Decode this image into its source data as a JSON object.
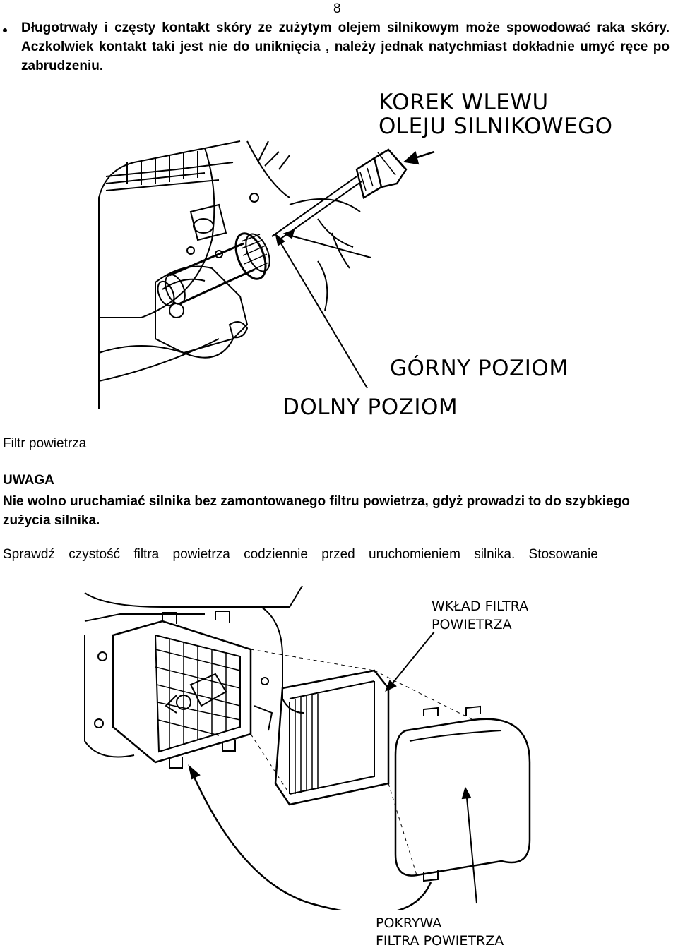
{
  "page_number": "8",
  "warning_bullet": "Długotrwały i częsty kontakt skóry ze zużytym olejem silnikowym może spowodować raka skóry. Aczkolwiek kontakt taki jest nie do uniknięcia , należy jednak natychmiast dokładnie umyć ręce po zabrudzeniu.",
  "figure1": {
    "label_cap_line1": "KOREK WLEWU",
    "label_cap_line2": "OLEJU SILNIKOWEGO",
    "label_upper": "GÓRNY POZIOM",
    "label_lower": "DOLNY POZIOM"
  },
  "section_title": "Filtr powietrza",
  "uwaga": {
    "heading": "UWAGA",
    "text": "Nie wolno uruchamiać silnika bez zamontowanego filtru powietrza, gdyż prowadzi to do szybkiego zużycia silnika."
  },
  "body_text": "Sprawdź czystość filtra powietrza codziennie przed uruchomieniem silnika. Stosowanie",
  "figure2": {
    "label_element_line1": "WKŁAD FILTRA",
    "label_element_line2": "POWIETRZA",
    "label_cover_line1": "POKRYWA",
    "label_cover_line2": "FILTRA POWIETRZA"
  }
}
